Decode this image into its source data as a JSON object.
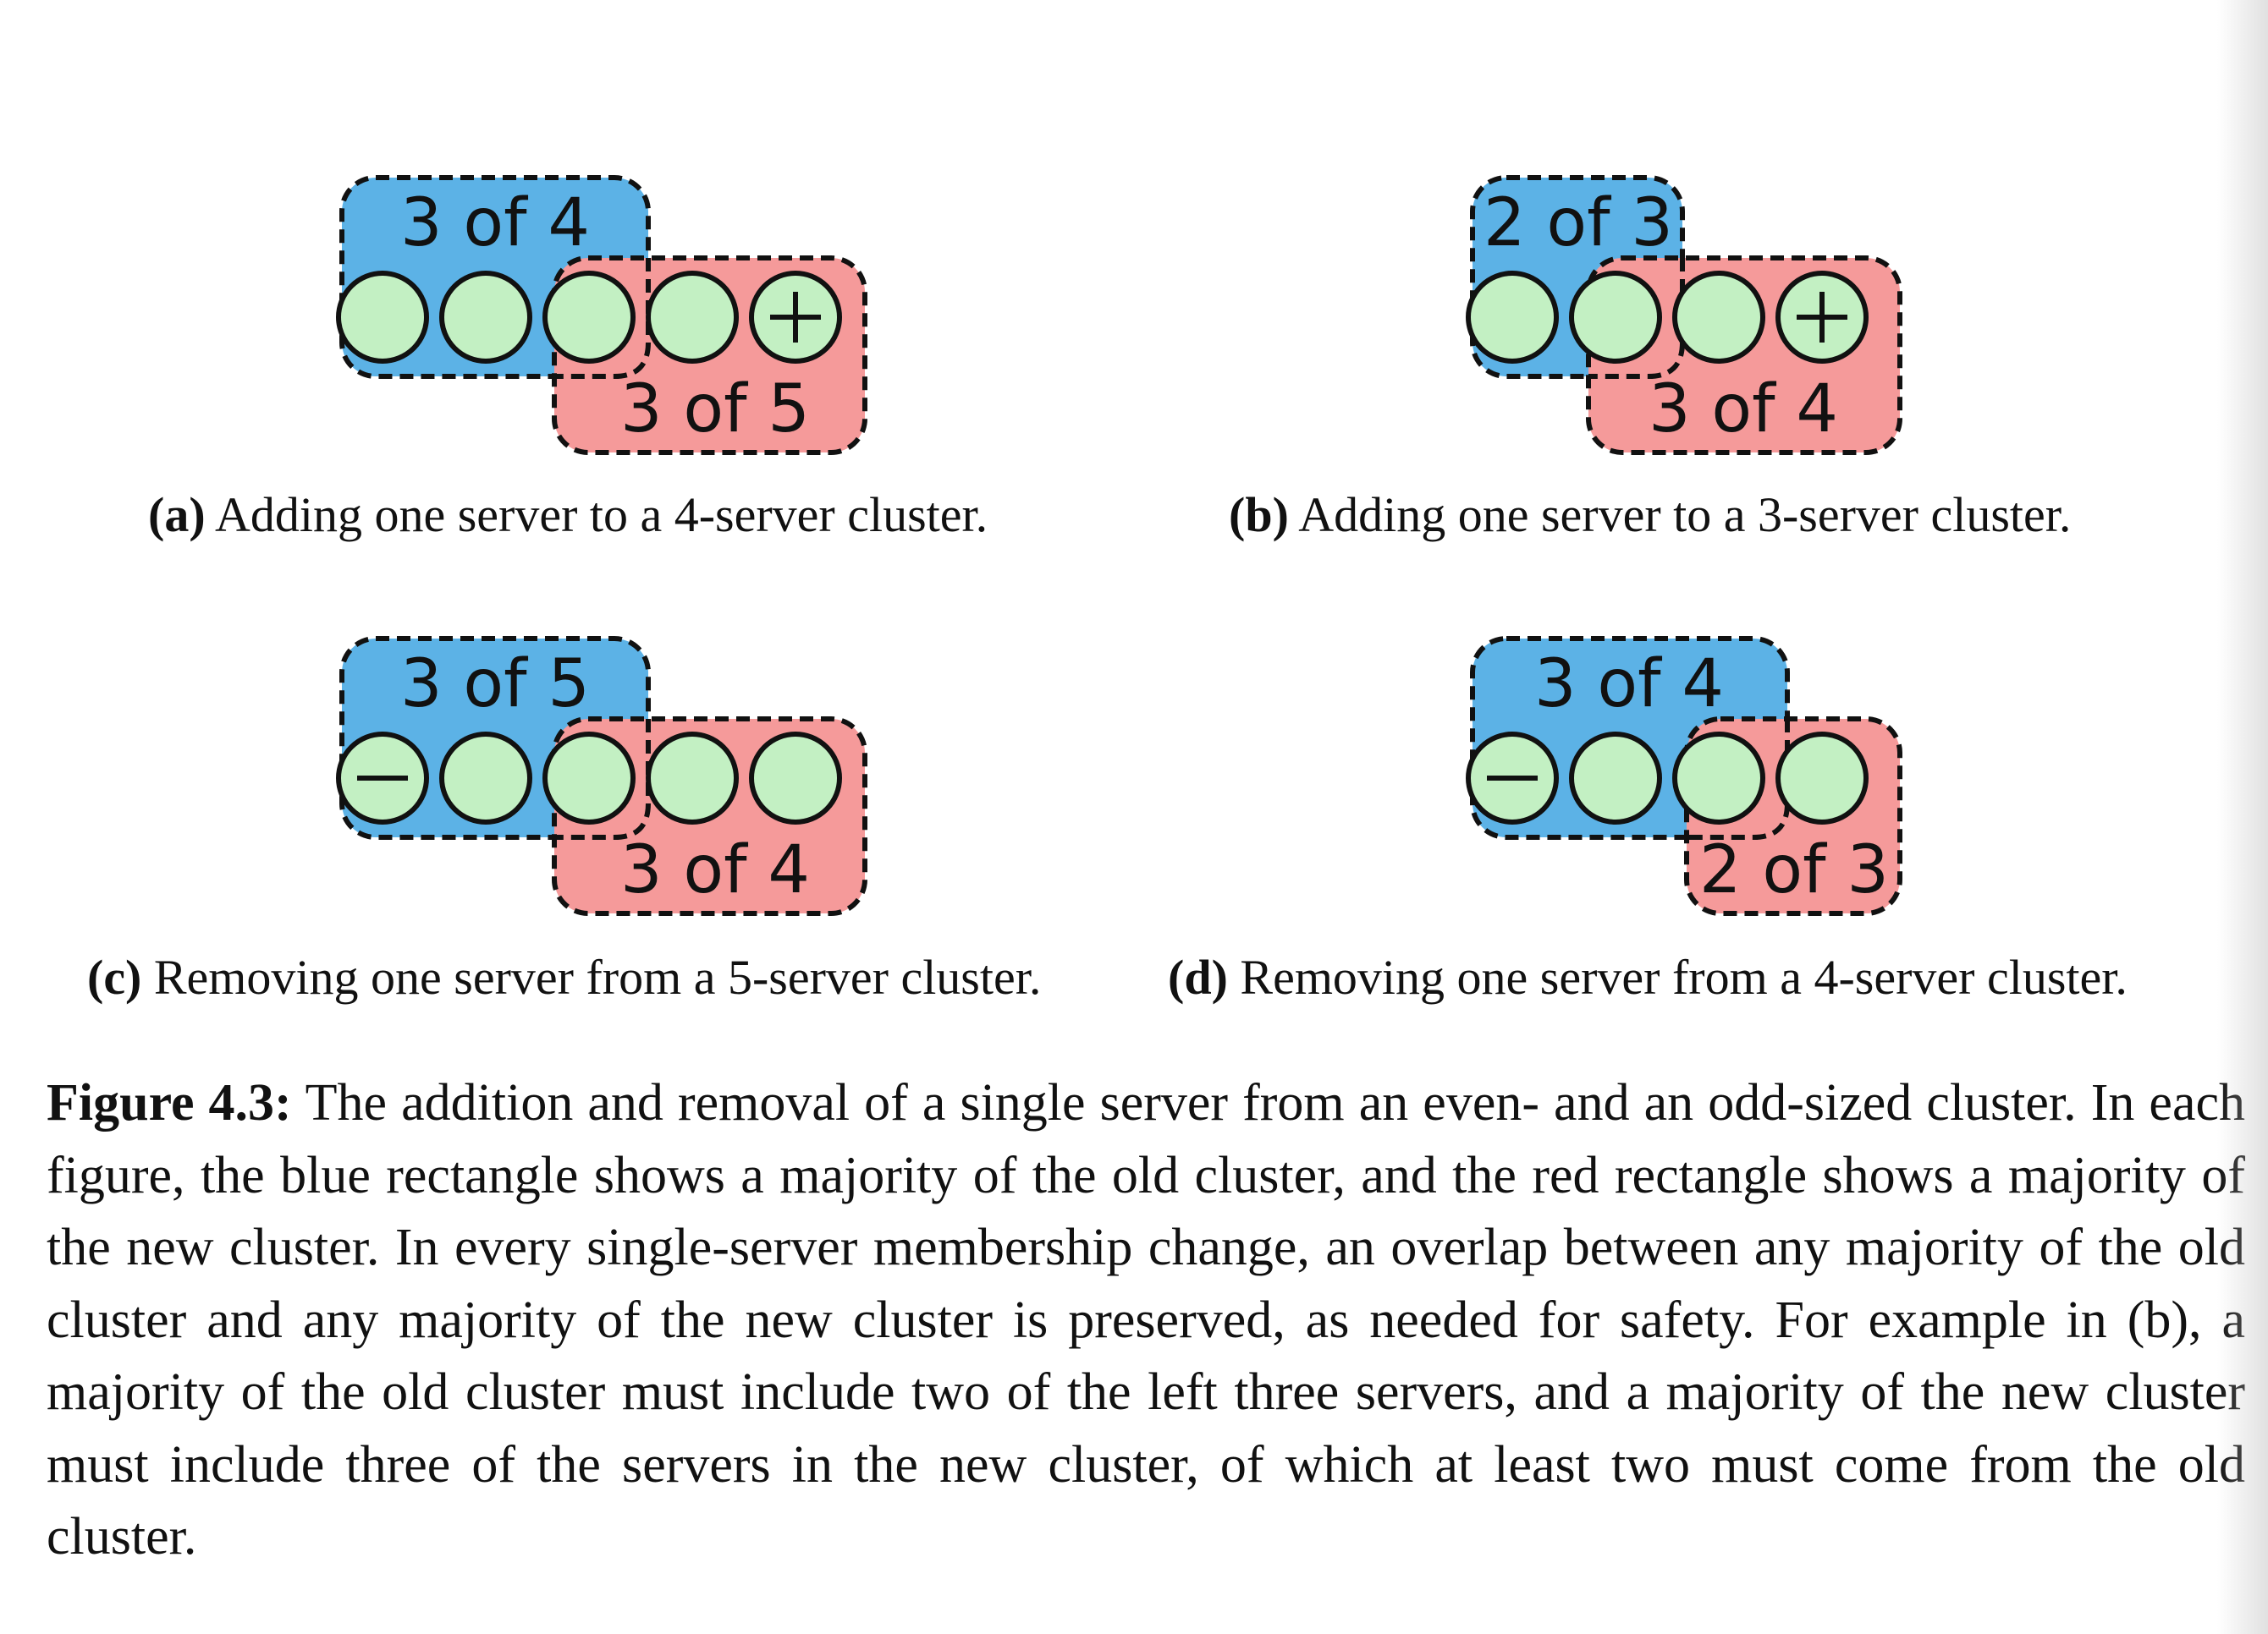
{
  "panels": [
    {
      "id": "a",
      "old_label": "3 of 4",
      "new_label": "3 of 5",
      "old_count": 4,
      "new_count": 5,
      "first_symbol": "none",
      "last_symbol": "plus",
      "tag": "(a)",
      "caption": "Adding one server to a 4-server cluster."
    },
    {
      "id": "b",
      "old_label": "2 of 3",
      "new_label": "3 of 4",
      "old_count": 3,
      "new_count": 4,
      "first_symbol": "none",
      "last_symbol": "plus",
      "tag": "(b)",
      "caption": "Adding one server to a 3-server cluster."
    },
    {
      "id": "c",
      "old_label": "3 of 5",
      "new_label": "3 of 4",
      "old_count": 5,
      "new_count": 4,
      "first_symbol": "minus",
      "last_symbol": "none",
      "tag": "(c)",
      "caption": "Removing one server from a 5-server cluster."
    },
    {
      "id": "d",
      "old_label": "3 of 4",
      "new_label": "2 of 3",
      "old_count": 4,
      "new_count": 3,
      "first_symbol": "minus",
      "last_symbol": "none",
      "tag": "(d)",
      "caption": "Removing one server from a 4-server cluster."
    }
  ],
  "figure": {
    "label": "Figure 4.3:",
    "text": "The addition and removal of a single server from an even- and an odd-sized cluster. In each figure, the blue rectangle shows a majority of the old cluster, and the red rectangle shows a majority of the new cluster. In every single-server membership change, an overlap between any majority of the old cluster and any majority of the new cluster is preserved, as needed for safety. For example in (b), a majority of the old cluster must include two of the left three servers, and a majority of the new cluster must include three of the servers in the new cluster, of which at least two must come from the old cluster."
  },
  "colors": {
    "old_cluster": "#5cb2e6",
    "new_cluster": "#f59a9a",
    "server": "#c3f0c3",
    "outline": "#111111"
  }
}
